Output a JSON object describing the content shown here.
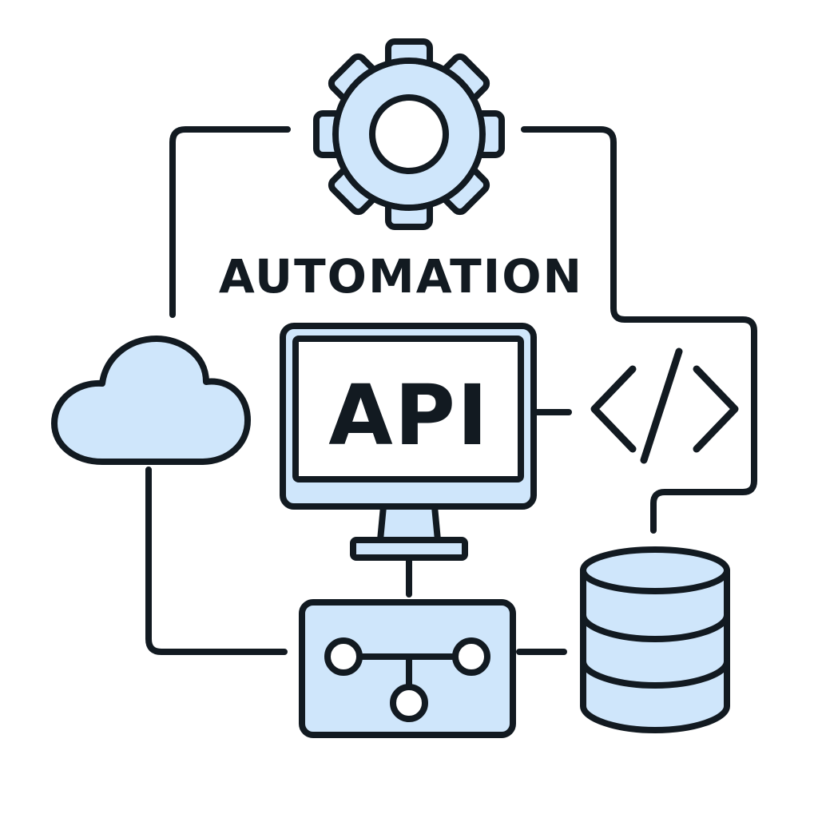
{
  "title": "AUTOMATION",
  "monitor": {
    "label": "API"
  },
  "nodes": [
    {
      "id": "gear",
      "icon": "gear-icon"
    },
    {
      "id": "cloud",
      "icon": "cloud-icon"
    },
    {
      "id": "monitor",
      "icon": "monitor-icon"
    },
    {
      "id": "code",
      "icon": "code-brackets-icon"
    },
    {
      "id": "database",
      "icon": "database-icon"
    },
    {
      "id": "network",
      "icon": "network-hub-icon"
    }
  ],
  "colors": {
    "stroke": "#121a21",
    "fill": "#cfe6fb",
    "background": "#ffffff"
  }
}
